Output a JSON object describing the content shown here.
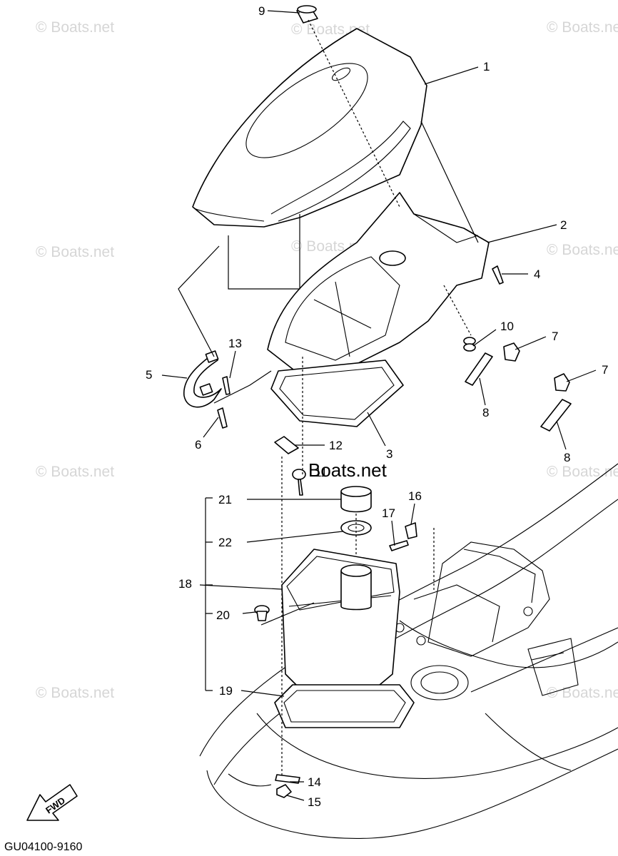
{
  "diagram": {
    "code": "GU04100-9160",
    "fwd_label": "FWD",
    "watermark": "© Boats.net",
    "watermark_center": "Boats.net"
  },
  "callouts": {
    "c1": "1",
    "c2": "2",
    "c3": "3",
    "c4": "4",
    "c5": "5",
    "c6": "6",
    "c7a": "7",
    "c7b": "7",
    "c8a": "8",
    "c8b": "8",
    "c9": "9",
    "c10": "10",
    "c11": "11",
    "c12": "12",
    "c13": "13",
    "c14": "14",
    "c15": "15",
    "c16": "16",
    "c17": "17",
    "c18": "18",
    "c19": "19",
    "c20": "20",
    "c21": "21",
    "c22": "22"
  }
}
